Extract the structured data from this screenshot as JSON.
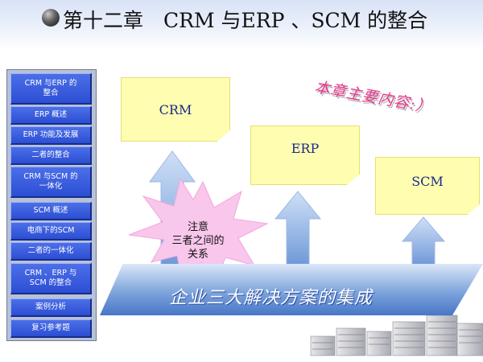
{
  "title": "第十二章　CRM 与ERP 、SCM 的整合",
  "nav": [
    "CRM 与ERP 的\n整合",
    "ERP 概述",
    "ERP 功能及发展",
    "二者的整合",
    "CRM 与SCM 的\n一体化",
    "SCM 概述",
    "电商下的SCM",
    "二者的一体化",
    "CRM 、ERP 与\nSCM 的整合",
    "案例分析",
    "复习参考题"
  ],
  "main_content_label": "本章主要内容:）",
  "boxes": [
    "CRM",
    "ERP",
    "SCM"
  ],
  "star_note": {
    "line1": "注意",
    "line2": "三者之间的",
    "line3": "关系"
  },
  "base_label": "企业三大解决方案的集成",
  "colors": {
    "nav_button": "#2f52d8",
    "sticky_note": "#fefdb0",
    "highlight_text": "#e83a88",
    "star": "#f9c6ec"
  }
}
